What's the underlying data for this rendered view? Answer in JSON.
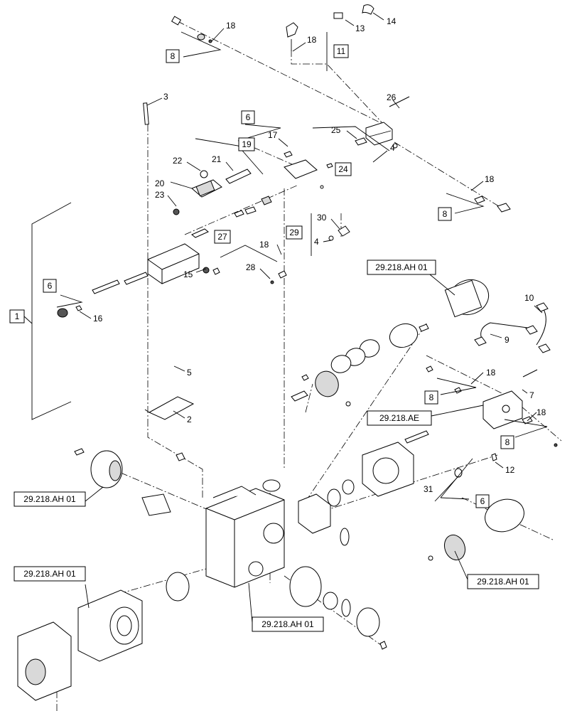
{
  "callouts": [
    {
      "id": "c1",
      "text": "1",
      "boxed": true
    },
    {
      "id": "c2",
      "text": "2",
      "boxed": false
    },
    {
      "id": "c3",
      "text": "3",
      "boxed": false
    },
    {
      "id": "c4a",
      "text": "4",
      "boxed": false
    },
    {
      "id": "c4b",
      "text": "4",
      "boxed": false
    },
    {
      "id": "c5",
      "text": "5",
      "boxed": false
    },
    {
      "id": "c6a",
      "text": "6",
      "boxed": true
    },
    {
      "id": "c6b",
      "text": "6",
      "boxed": true
    },
    {
      "id": "c6c",
      "text": "6",
      "boxed": true
    },
    {
      "id": "c7",
      "text": "7",
      "boxed": false
    },
    {
      "id": "c8a",
      "text": "8",
      "boxed": true
    },
    {
      "id": "c8b",
      "text": "8",
      "boxed": true
    },
    {
      "id": "c8c",
      "text": "8",
      "boxed": true
    },
    {
      "id": "c8d",
      "text": "8",
      "boxed": true
    },
    {
      "id": "c9",
      "text": "9",
      "boxed": false
    },
    {
      "id": "c10",
      "text": "10",
      "boxed": false
    },
    {
      "id": "c11",
      "text": "11",
      "boxed": true
    },
    {
      "id": "c12",
      "text": "12",
      "boxed": false
    },
    {
      "id": "c13",
      "text": "13",
      "boxed": false
    },
    {
      "id": "c14",
      "text": "14",
      "boxed": false
    },
    {
      "id": "c15",
      "text": "15",
      "boxed": false
    },
    {
      "id": "c16",
      "text": "16",
      "boxed": false
    },
    {
      "id": "c17",
      "text": "17",
      "boxed": false
    },
    {
      "id": "c18a",
      "text": "18",
      "boxed": false
    },
    {
      "id": "c18b",
      "text": "18",
      "boxed": false
    },
    {
      "id": "c18c",
      "text": "18",
      "boxed": false
    },
    {
      "id": "c18d",
      "text": "18",
      "boxed": false
    },
    {
      "id": "c18e",
      "text": "18",
      "boxed": false
    },
    {
      "id": "c18f",
      "text": "18",
      "boxed": false
    },
    {
      "id": "c19",
      "text": "19",
      "boxed": true
    },
    {
      "id": "c20",
      "text": "20",
      "boxed": false
    },
    {
      "id": "c21",
      "text": "21",
      "boxed": false
    },
    {
      "id": "c22",
      "text": "22",
      "boxed": false
    },
    {
      "id": "c23",
      "text": "23",
      "boxed": false
    },
    {
      "id": "c24",
      "text": "24",
      "boxed": true
    },
    {
      "id": "c25",
      "text": "25",
      "boxed": false
    },
    {
      "id": "c26",
      "text": "26",
      "boxed": false
    },
    {
      "id": "c27",
      "text": "27",
      "boxed": true
    },
    {
      "id": "c28",
      "text": "28",
      "boxed": false
    },
    {
      "id": "c29",
      "text": "29",
      "boxed": true
    },
    {
      "id": "c30",
      "text": "30",
      "boxed": false
    },
    {
      "id": "c31",
      "text": "31",
      "boxed": false
    }
  ],
  "references": [
    {
      "id": "r1",
      "text": "29.218.AH 01"
    },
    {
      "id": "r2",
      "text": "29.218.AE"
    },
    {
      "id": "r3",
      "text": "29.218.AH 01"
    },
    {
      "id": "r4",
      "text": "29.218.AH 01"
    },
    {
      "id": "r5",
      "text": "29.218.AH 01"
    },
    {
      "id": "r6",
      "text": "29.218.AH 01"
    }
  ]
}
